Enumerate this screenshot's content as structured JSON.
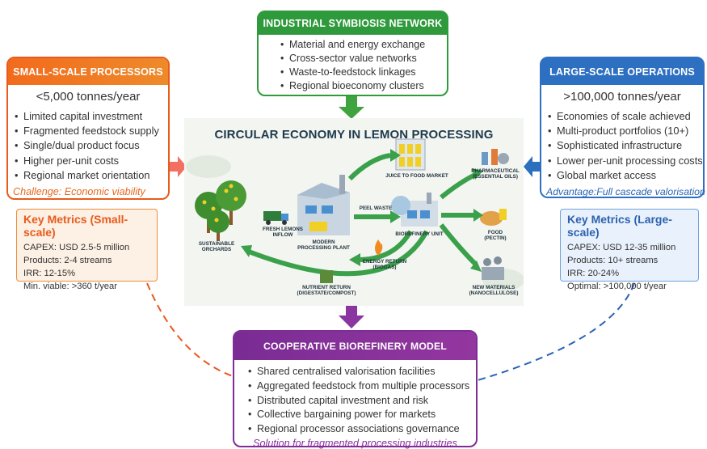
{
  "symbiosis": {
    "title": "INDUSTRIAL SYMBIOSIS NETWORK",
    "items": [
      "Material and energy exchange",
      "Cross-sector value networks",
      "Waste-to-feedstock linkages",
      "Regional bioeconomy clusters"
    ],
    "color": "#2f9a3c"
  },
  "small": {
    "title": "SMALL-SCALE PROCESSORS",
    "subtitle": "<5,000 tonnes/year",
    "items": [
      "Limited capital investment",
      "Fragmented feedstock supply",
      "Single/dual product focus",
      "Higher per-unit costs",
      "Regional market orientation"
    ],
    "note": "Challenge: Economic viability",
    "color": "#e85b1c"
  },
  "large": {
    "title": "LARGE-SCALE OPERATIONS",
    "subtitle": ">100,000 tonnes/year",
    "items": [
      "Economies of scale achieved",
      "Multi-product portfolios (10+)",
      "Sophisticated infrastructure",
      "Lower per-unit processing costs",
      "Global market access"
    ],
    "note": "Advantage:Full cascade valorisation",
    "color": "#2d6fc1"
  },
  "metrics_small": {
    "title": "Key Metrics (Small-scale)",
    "rows": [
      "CAPEX: USD 2.5-5 million",
      "Products: 2-4 streams",
      "IRR: 12-15%",
      "Min. viable: >360 t/year"
    ]
  },
  "metrics_large": {
    "title": "Key Metrics (Large-scale)",
    "rows": [
      "CAPEX: USD 12-35 million",
      "Products: 10+ streams",
      "IRR: 20-24%",
      "Optimal: >100,000 t/year"
    ]
  },
  "coop": {
    "title": "COOPERATIVE BIOREFINERY MODEL",
    "items": [
      "Shared centralised valorisation facilities",
      "Aggregated feedstock from multiple processors",
      "Distributed capital investment and risk",
      "Collective bargaining power for markets",
      "Regional processor associations governance"
    ],
    "note": "Solution for fragmented processing industries",
    "color": "#7e2d97"
  },
  "illustration": {
    "title": "CIRCULAR ECONOMY IN LEMON PROCESSING",
    "labels": {
      "orchards": "SUSTAINABLE\nORCHARDS",
      "inflow": "FRESH LEMONS\nINFLOW",
      "plant": "MODERN\nPROCESSING PLANT",
      "juice": "JUICE TO FOOD MARKET",
      "peel": "PEEL WASTE",
      "biorefinery": "BIOREFINERY UNIT",
      "energy": "ENERGY RETURN\n(BIOGAS)",
      "nutrient": "NUTRIENT RETURN\n(DIGESTATE/COMPOST)",
      "pharma": "PHARMACEUTICAL\n(ESSENTIAL OILS)",
      "food": "FOOD\n(PECTIN)",
      "materials": "NEW MATERIALS\n(NANOCELLULOSE)"
    }
  }
}
